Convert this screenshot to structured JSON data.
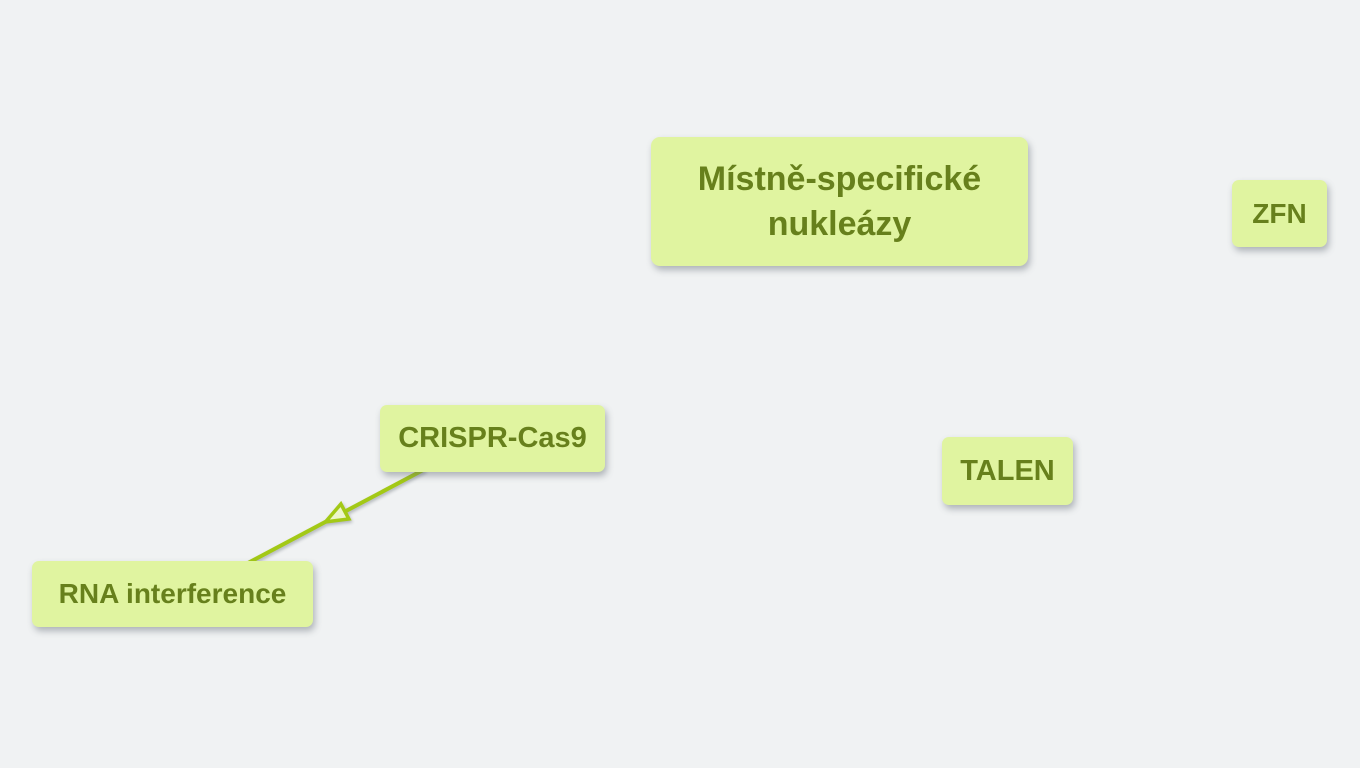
{
  "diagram": {
    "background_color": "#f0f2f3",
    "node_fill_color": "#e0f4a0",
    "node_text_color": "#67801c",
    "connector_color": "#a3c916",
    "nodes": {
      "main": {
        "label": "Místně-specifické nukleázy"
      },
      "zfn": {
        "label": "ZFN"
      },
      "crispr": {
        "label": "CRISPR-Cas9"
      },
      "talen": {
        "label": "TALEN"
      },
      "rna": {
        "label": "RNA interference"
      }
    },
    "edges": [
      {
        "from": "CRISPR-Cas9",
        "to": "RNA interference",
        "arrow_style": "open-triangle-at-midpoint"
      }
    ]
  }
}
